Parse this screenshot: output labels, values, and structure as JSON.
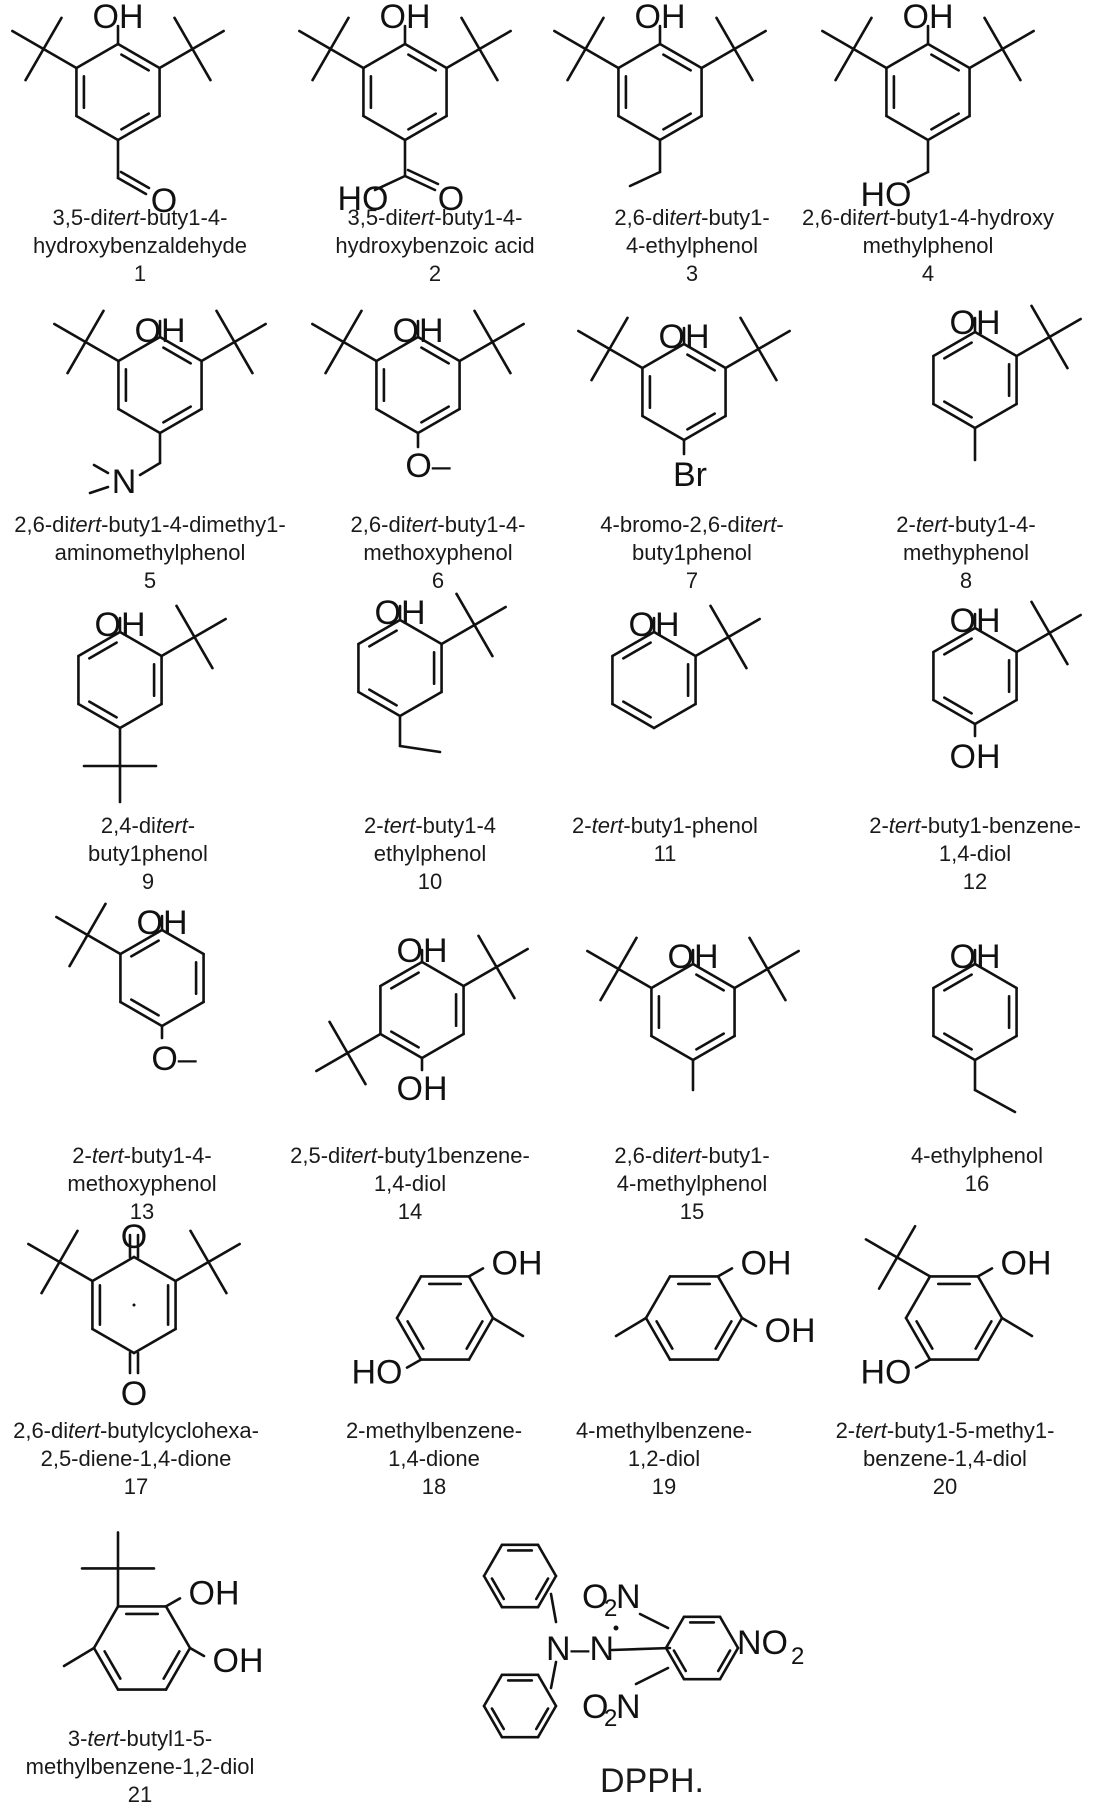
{
  "compounds": [
    {
      "number": "1",
      "lines": [
        [
          "3,5-di",
          "tert",
          "-buty1-4-"
        ],
        [
          "hydroxybenzaldehyde"
        ]
      ]
    },
    {
      "number": "2",
      "lines": [
        [
          "3,5-di",
          "tert",
          "-buty1-4-"
        ],
        [
          "hydroxybenzoic acid"
        ]
      ]
    },
    {
      "number": "3",
      "lines": [
        [
          "2,6-di",
          "tert",
          "-buty1-"
        ],
        [
          "4-ethylphenol"
        ]
      ]
    },
    {
      "number": "4",
      "lines": [
        [
          "2,6-di",
          "tert",
          "-buty1-4-hydroxy"
        ],
        [
          "methylphenol"
        ]
      ]
    },
    {
      "number": "5",
      "lines": [
        [
          "2,6-di",
          "tert",
          "-buty1-4-dimethy1-"
        ],
        [
          "aminomethylphenol"
        ]
      ]
    },
    {
      "number": "6",
      "lines": [
        [
          "2,6-di",
          "tert",
          "-buty1-4-"
        ],
        [
          "methoxyphenol"
        ]
      ]
    },
    {
      "number": "7",
      "lines": [
        [
          "4-bromo-2,6-di",
          "tert",
          "-"
        ],
        [
          "buty1phenol"
        ]
      ]
    },
    {
      "number": "8",
      "lines": [
        [
          "2-",
          "tert",
          "-buty1-4-"
        ],
        [
          "methyphenol"
        ]
      ]
    },
    {
      "number": "9",
      "lines": [
        [
          "2,4-di",
          "tert",
          "-"
        ],
        [
          "buty1phenol"
        ]
      ]
    },
    {
      "number": "10",
      "lines": [
        [
          "2-",
          "tert",
          "-buty1-4"
        ],
        [
          "ethylphenol"
        ]
      ]
    },
    {
      "number": "11",
      "lines": [
        [
          "2-",
          "tert",
          "-buty1-phenol"
        ]
      ]
    },
    {
      "number": "12",
      "lines": [
        [
          "2-",
          "tert",
          "-buty1-benzene-"
        ],
        [
          "1,4-diol"
        ]
      ]
    },
    {
      "number": "13",
      "lines": [
        [
          "2-",
          "tert",
          "-buty1-4-"
        ],
        [
          "methoxyphenol"
        ]
      ]
    },
    {
      "number": "14",
      "lines": [
        [
          "2,5-di",
          "tert",
          "-buty1benzene-"
        ],
        [
          "1,4-diol"
        ]
      ]
    },
    {
      "number": "15",
      "lines": [
        [
          "2,6-di",
          "tert",
          "-buty1-"
        ],
        [
          "4-methylphenol"
        ]
      ]
    },
    {
      "number": "16",
      "lines": [
        [
          "4-ethylphenol"
        ]
      ]
    },
    {
      "number": "17",
      "lines": [
        [
          "2,6-di",
          "tert",
          "-butylcyclohexa-"
        ],
        [
          "2,5-diene-1,4-dione"
        ]
      ]
    },
    {
      "number": "18",
      "lines": [
        [
          "2-methylbenzene-"
        ],
        [
          "1,4-dione"
        ]
      ]
    },
    {
      "number": "19",
      "lines": [
        [
          "4-methylbenzene-"
        ],
        [
          "1,2-diol"
        ]
      ]
    },
    {
      "number": "20",
      "lines": [
        [
          "2-",
          "tert",
          "-buty1-5-methy1-"
        ],
        [
          "benzene-1,4-diol"
        ]
      ]
    },
    {
      "number": "21",
      "lines": [
        [
          "3-",
          "tert",
          "-butyl1-5-"
        ],
        [
          "methylbenzene-1,2-diol"
        ]
      ]
    }
  ],
  "dpph_label": "DPPH.",
  "atom_labels": {
    "oh": "OH",
    "ho": "HO",
    "o": "O",
    "n": "N",
    "br": "Br",
    "o_methyl": "O–",
    "n_n": "N–N",
    "o2": "O",
    "no2": "NO",
    "two": "2"
  }
}
